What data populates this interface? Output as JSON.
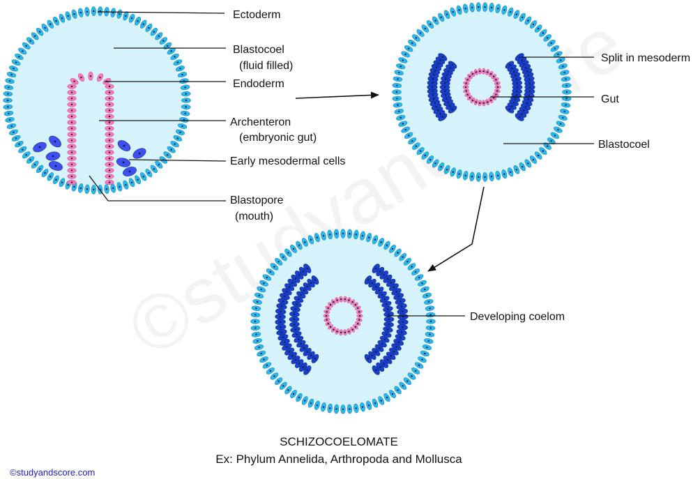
{
  "labels": {
    "ectoderm": "Ectoderm",
    "blastocoel_1": "Blastocoel",
    "blastocoel_1_note": "(fluid filled)",
    "endoderm": "Endoderm",
    "archenteron": "Archenteron",
    "archenteron_note": "(embryonic gut)",
    "early_mesoderm": "Early mesodermal cells",
    "blastopore": "Blastopore",
    "blastopore_note": "(mouth)",
    "split_mesoderm": "Split in mesoderm",
    "gut": "Gut",
    "blastocoel_2": "Blastocoel",
    "developing_coelom": "Developing coelom"
  },
  "caption": {
    "title": "SCHIZOCOELOMATE",
    "examples": "Ex:  Phylum Annelida, Arthropoda and Mollusca"
  },
  "credit": "©studyandscore.com",
  "watermark": "©studyandscore",
  "colors": {
    "ectoderm": "#2ab8ec",
    "ectoderm_edge": "#1f8fc0",
    "blastocoel": "#d6f3fb",
    "endoderm": "#f77ab8",
    "endoderm_edge": "#d8559a",
    "mesoderm": "#1a3fc8",
    "mesoderm_edge": "#0f2a90",
    "early_mesoderm": "#3f4ff0",
    "nucleus": "#0b1a4a"
  }
}
